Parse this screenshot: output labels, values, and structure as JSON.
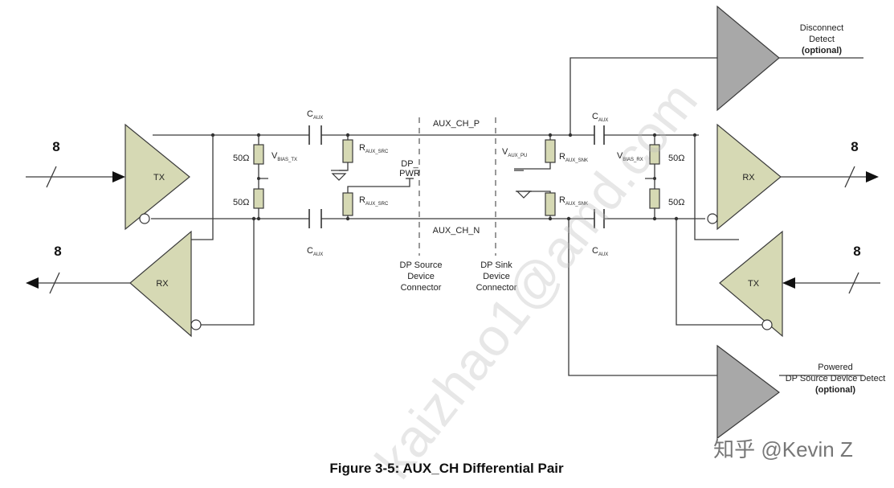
{
  "caption": "Figure 3-5: AUX_CH Differential Pair",
  "watermark": "kaizhao1@amd.com",
  "signature": "知乎 @Kevin Z",
  "bus_width": "8",
  "signals": {
    "p": "AUX_CH_P",
    "n": "AUX_CH_N"
  },
  "amplifiers": {
    "tx": "TX",
    "rx": "RX"
  },
  "components": {
    "c_aux": "C",
    "c_aux_sub": "AUX",
    "r_50": "50Ω",
    "v_bias_tx": "V",
    "v_bias_tx_sub": "BIAS_TX",
    "v_bias_rx": "V",
    "v_bias_rx_sub": "BIAS_RX",
    "r_aux_src": "R",
    "r_aux_src_sub": "AUX_SRC",
    "r_aux_snk": "R",
    "r_aux_snk_sub": "AUX_SNK",
    "v_aux_pu": "V",
    "v_aux_pu_sub": "AUX_PU",
    "dp_pwr_1": "DP_",
    "dp_pwr_2": "PWR"
  },
  "connectors": {
    "source": [
      "DP Source",
      "Device",
      "Connector"
    ],
    "sink": [
      "DP Sink",
      "Device",
      "Connector"
    ]
  },
  "detect": {
    "disconnect": [
      "Disconnect",
      "Detect",
      "(optional)"
    ],
    "powered": [
      "Powered",
      "DP Source Device Detect",
      "(optional)"
    ]
  }
}
